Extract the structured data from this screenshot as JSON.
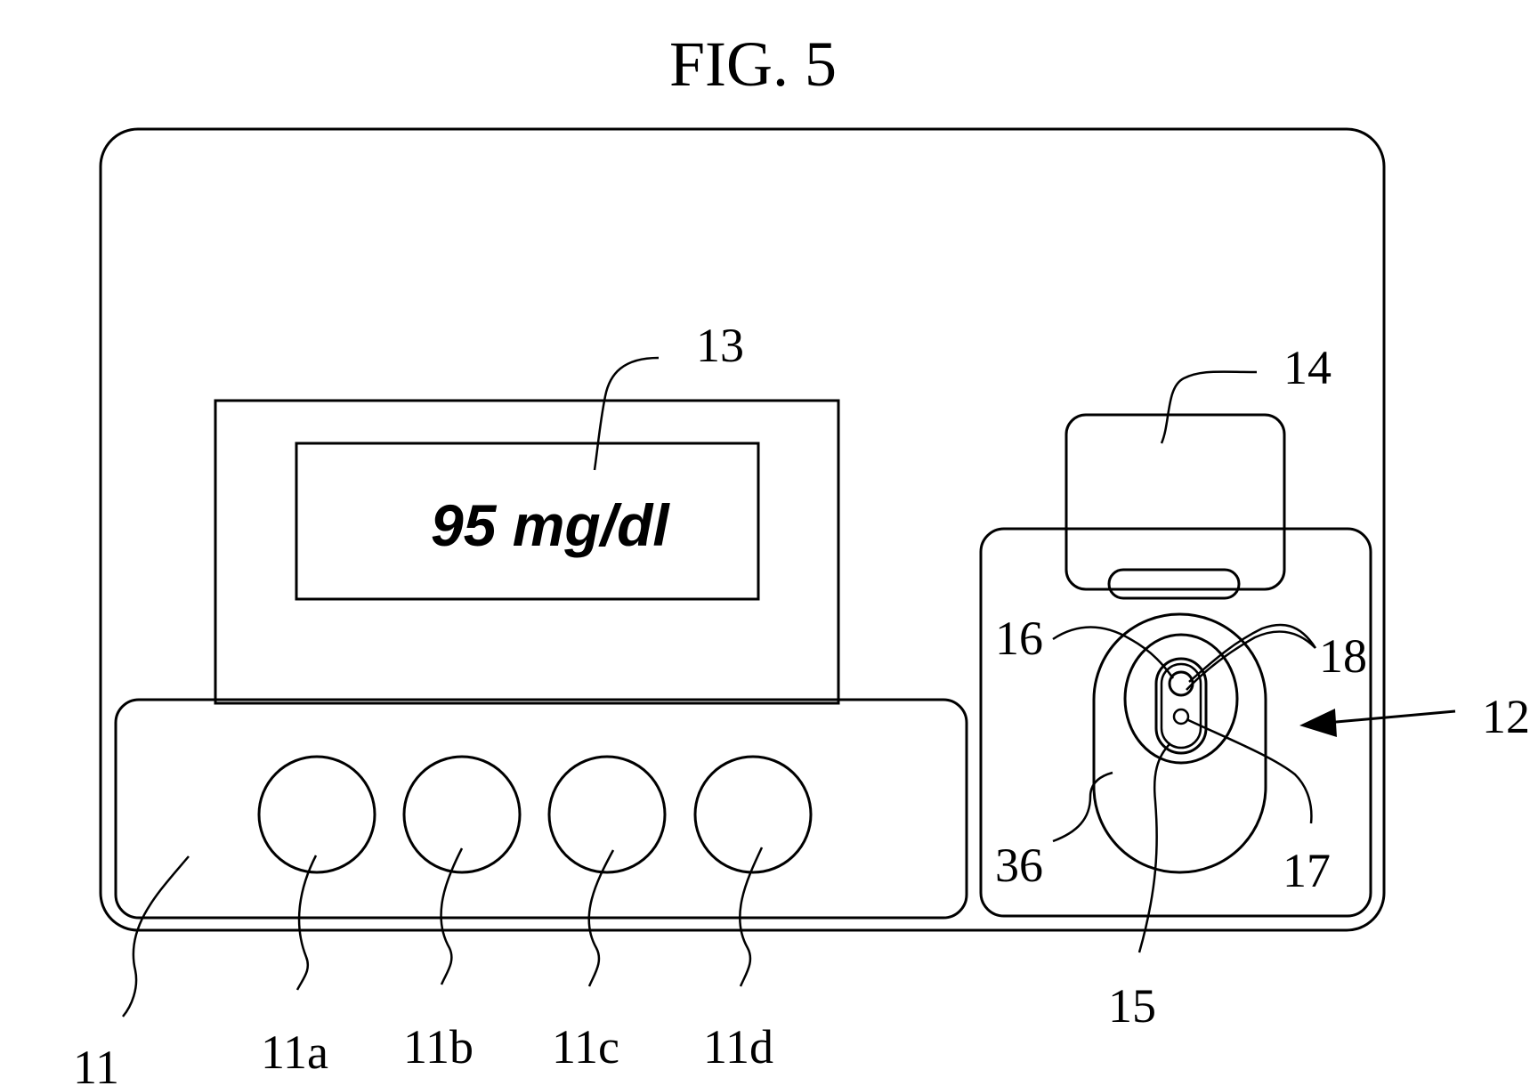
{
  "figure": {
    "title": "FIG. 5",
    "display_reading": "95 mg/dl",
    "labels": {
      "housing": "11",
      "button_a": "11a",
      "button_b": "11b",
      "button_c": "11c",
      "button_d": "11d",
      "sensor_assembly": "12",
      "display": "13",
      "lid": "14",
      "test_area": "15",
      "electrode_16": "16",
      "electrode_17": "17",
      "electrode_18": "18",
      "pad": "36"
    }
  }
}
